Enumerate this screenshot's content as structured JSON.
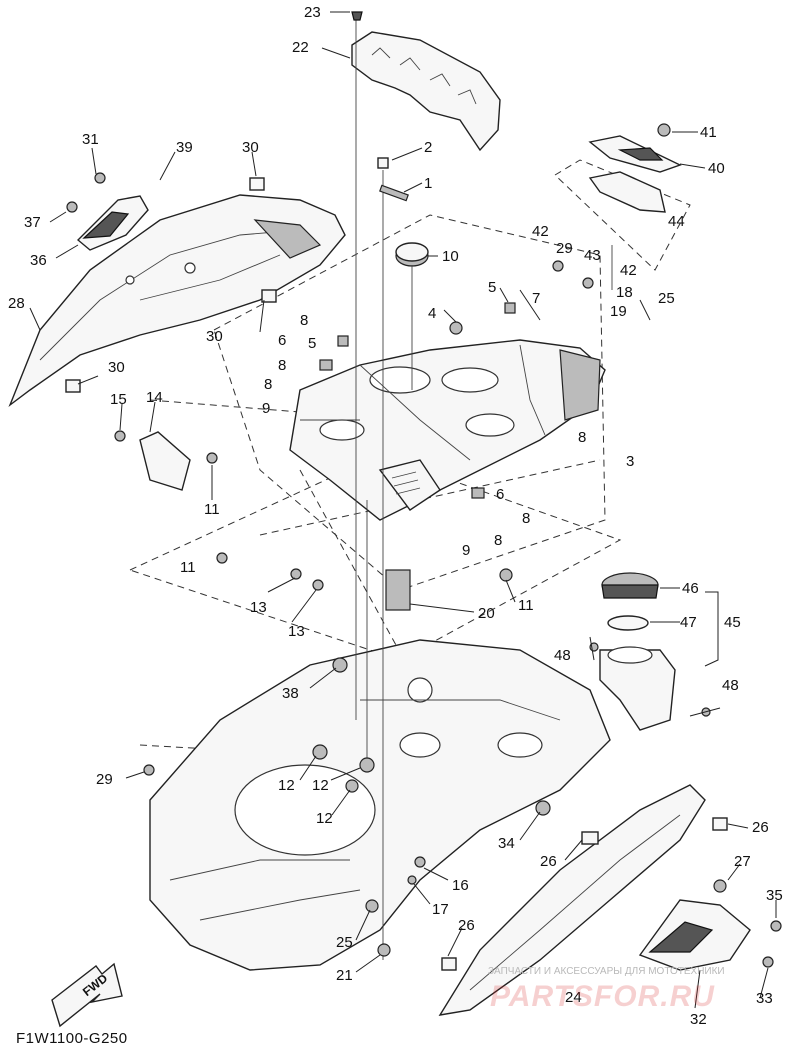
{
  "diagram": {
    "code": "F1W1100-G250",
    "fwd": "FWD",
    "watermark_caption": "ЗАПЧАСТИ И АКСЕССУАРЫ ДЛЯ МОТОТЕХНИКИ",
    "watermark_logo": "PARTSFOR.RU",
    "callouts": [
      "23",
      "22",
      "2",
      "1",
      "41",
      "40",
      "44",
      "42",
      "43",
      "42",
      "31",
      "39",
      "30",
      "37",
      "36",
      "10",
      "29",
      "18",
      "19",
      "5",
      "7",
      "25",
      "28",
      "30",
      "4",
      "8",
      "5",
      "6",
      "8",
      "8",
      "15",
      "14",
      "9",
      "11",
      "8",
      "3",
      "30",
      "6",
      "8",
      "8",
      "9",
      "11",
      "13",
      "13",
      "20",
      "11",
      "46",
      "47",
      "45",
      "48",
      "48",
      "38",
      "29",
      "12",
      "12",
      "12",
      "34",
      "26",
      "26",
      "16",
      "17",
      "25",
      "21",
      "26",
      "27",
      "35",
      "24",
      "33",
      "32"
    ]
  }
}
